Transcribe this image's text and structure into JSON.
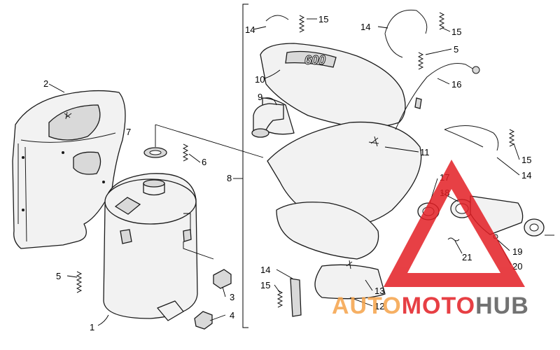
{
  "diagram": {
    "callouts": {
      "c1": "1",
      "c2": "2",
      "c3": "3",
      "c4": "4",
      "c5a": "5",
      "c5b": "5",
      "c6": "6",
      "c7": "7",
      "c8": "8",
      "c9": "9",
      "c10": "10",
      "c11": "11",
      "c12": "12",
      "c13": "13",
      "c14a": "14",
      "c14b": "14",
      "c14c": "14",
      "c14d": "14",
      "c15a": "15",
      "c15b": "15",
      "c15c": "15",
      "c15d": "15",
      "c16": "16",
      "c17": "17",
      "c18": "18",
      "c19": "19",
      "c20": "20",
      "c21": "21"
    },
    "emboss_text": "600"
  },
  "watermark": {
    "part1": "AUTO",
    "part2": "MOTO",
    "part3": "HUB",
    "color_orange": "#f5a34a",
    "color_red": "#e31e24",
    "color_grey": "#5a5a5a"
  }
}
